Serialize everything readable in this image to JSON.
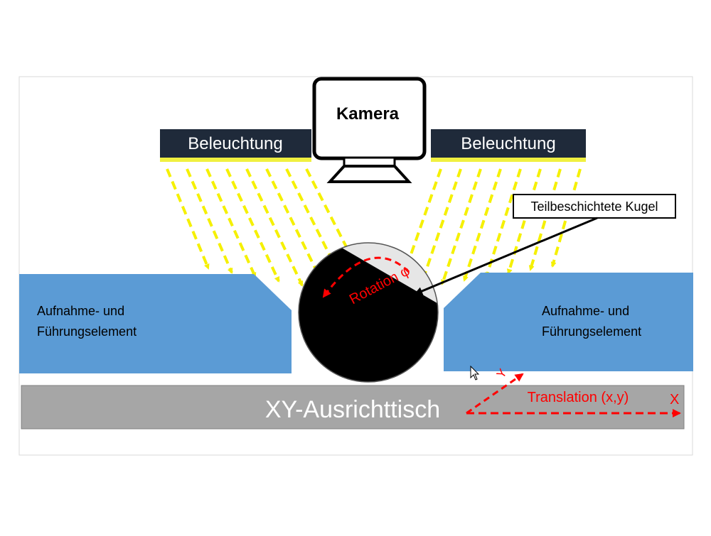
{
  "diagram": {
    "camera_label": "Kamera",
    "light_left_label": "Beleuchtung",
    "light_right_label": "Beleuchtung",
    "callout_label": "Teilbeschichtete Kugel",
    "rotation_label": "Rotation φ",
    "holder_left_line1": "Aufnahme- und",
    "holder_left_line2": "Führungselement",
    "holder_right_line1": "Aufnahme- und",
    "holder_right_line2": "Führungselement",
    "table_label": "XY-Ausrichttisch",
    "translation_label": "Translation (x,y)",
    "axis_x_label": "X",
    "axis_y_label": "Y"
  },
  "colors": {
    "light_bar": "#1f2a3a",
    "light_strip": "#f0f040",
    "ray": "#f5f000",
    "holder": "#5b9bd5",
    "table": "#a6a6a6",
    "sphere_dark": "#000000",
    "sphere_light": "#e6e6e6",
    "annotation_red": "#ff0000",
    "frame_border": "#d9d9d9"
  }
}
